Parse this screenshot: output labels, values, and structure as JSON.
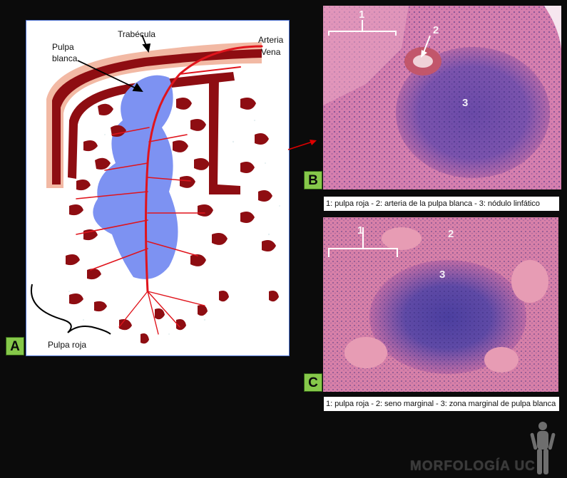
{
  "panel_a": {
    "tag": "A",
    "labels": {
      "trabecula": "Trabécula",
      "pulpa_line1": "Pulpa",
      "pulpa_line2": "blanca",
      "arteria": "Arteria",
      "vena": "Vena",
      "pulpa_roja": "Pulpa roja"
    }
  },
  "panel_b": {
    "tag": "B",
    "numbers": [
      "1",
      "2",
      "3"
    ],
    "caption": "1: pulpa roja - 2: arteria de la pulpa blanca - 3: nódulo linfático"
  },
  "panel_c": {
    "tag": "C",
    "numbers": [
      "1",
      "2",
      "3"
    ],
    "caption": "1: pulpa roja - 2: seno marginal - 3: zona marginal de pulpa blanca"
  },
  "brand": "MORFOLOGÍA UC",
  "colors": {
    "background": "#0b0b0b",
    "vessel_red": "#8e0d12",
    "artery_red": "#e0141c",
    "white_pulp_blue": "#7d92f2",
    "capsule_pink": "#f2b9a4",
    "tag_green": "#86c84a",
    "stain_pink": "#d97fae",
    "stain_purple": "#6a4aa8"
  }
}
